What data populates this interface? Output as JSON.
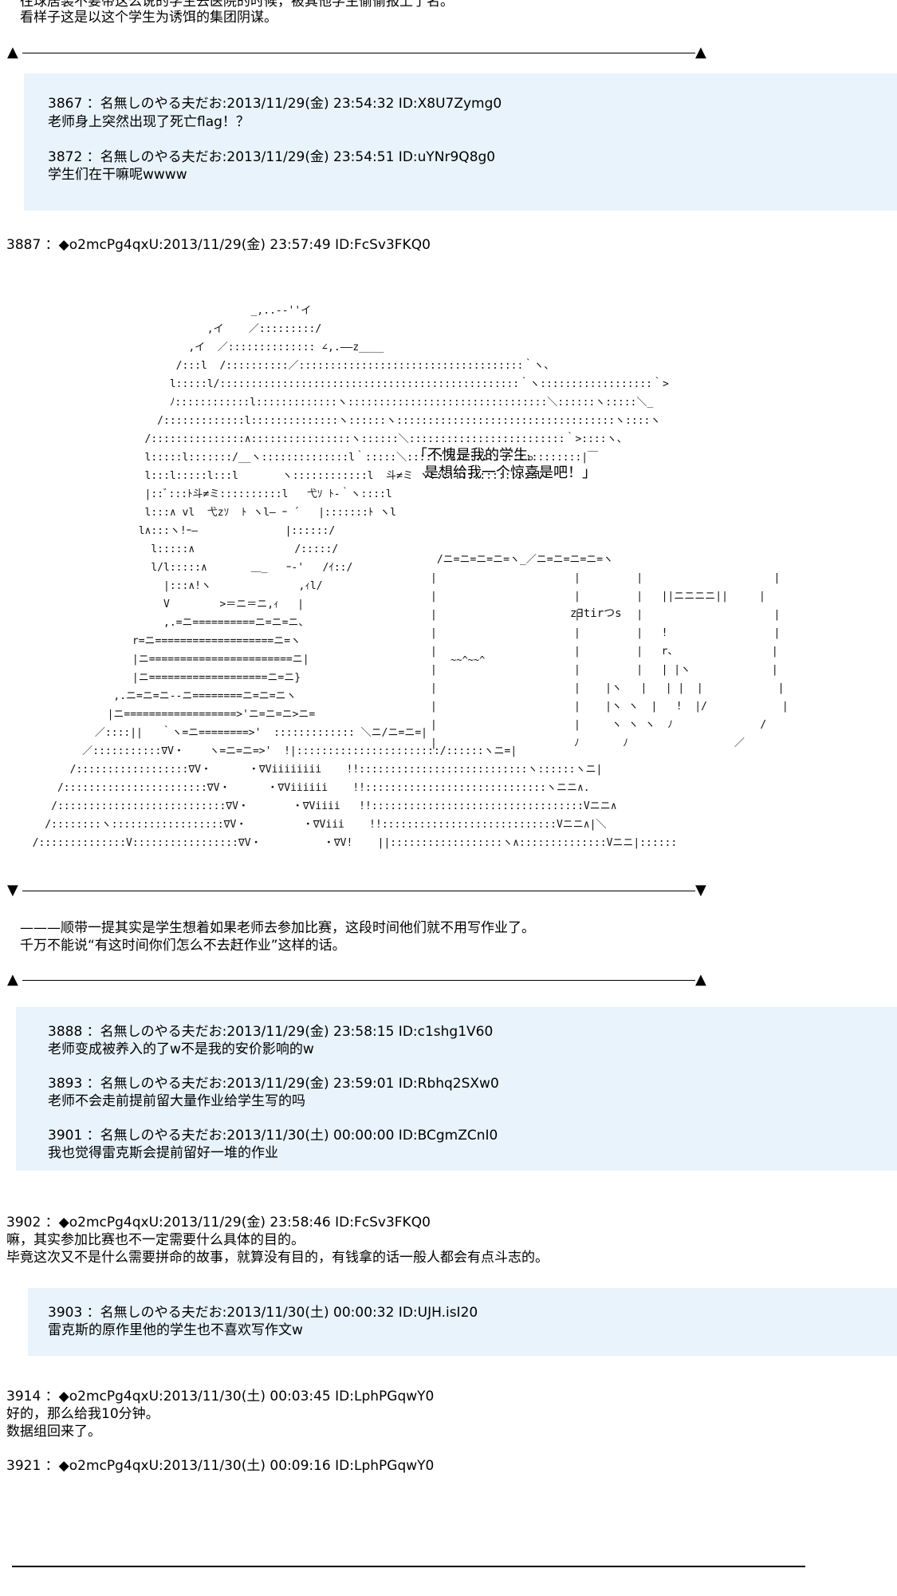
{
  "intro": {
    "line1": "往球居装不要带这么说的学生去医院的时候，被其他学生偷偷报上了名。",
    "line2": "看样子这是以这个学生为诱饵的集团阴谋。"
  },
  "divider": {
    "up": "▲",
    "down": "▼"
  },
  "quote1": {
    "posts": [
      {
        "header": "3867 ：名無しのやる夫だお:2013/11/29(金) 23:54:32 ID:X8U7Zymg0",
        "body": "老师身上突然出现了死亡flag！？"
      },
      {
        "header": "3872 ：名無しのやる夫だお:2013/11/29(金) 23:54:51 ID:uYNr9Q8g0",
        "body": "学生们在干嘛呢wwww"
      }
    ]
  },
  "post3887": {
    "header": "3887 ：◆o2mcPg4qxU:2013/11/29(金) 23:57:49 ID:FcSv3FKQ0"
  },
  "art": {
    "speech1": "「不愧是我的学生。",
    "speech2": "是想给我一个惊喜是吧！」",
    "box_label": "z∃tirつs",
    "box_text": "~~^~~^"
  },
  "narration": {
    "line1": "———顺带一提其实是学生想着如果老师去参加比赛，这段时间他们就不用写作业了。",
    "line2": "千万不能说“有这时间你们怎么不去赶作业”这样的话。"
  },
  "quote2": {
    "posts": [
      {
        "header": "3888 ：名無しのやる夫だお:2013/11/29(金) 23:58:15 ID:c1shg1V60",
        "body": "老师变成被养入的了w不是我的安价影响的w"
      },
      {
        "header": "3893 ：名無しのやる夫だお:2013/11/29(金) 23:59:01 ID:Rbhq2SXw0",
        "body": "老师不会走前提前留大量作业给学生写的吗"
      },
      {
        "header": "3901 ：名無しのやる夫だお:2013/11/30(土) 00:00:00 ID:BCgmZCnI0",
        "body": "我也觉得雷克斯会提前留好一堆的作业"
      }
    ]
  },
  "post3902": {
    "header": "3902 ：◆o2mcPg4qxU:2013/11/29(金) 23:58:46 ID:FcSv3FKQ0",
    "line1": "嘛，其实参加比赛也不一定需要什么具体的目的。",
    "line2": "毕竟这次又不是什么需要拼命的故事，就算没有目的，有钱拿的话一般人都会有点斗志的。"
  },
  "quote3": {
    "posts": [
      {
        "header": "3903 ：名無しのやる夫だお:2013/11/30(土) 00:00:32 ID:UJH.isI20",
        "body": "雷克斯的原作里他的学生也不喜欢写作文w"
      }
    ]
  },
  "post3914": {
    "header": "3914 ：◆o2mcPg4qxU:2013/11/30(土) 00:03:45 ID:LphPGqwY0",
    "line1": "好的，那么给我10分钟。",
    "line2": "数据组回来了。"
  },
  "post3921": {
    "header": "3921 ：◆o2mcPg4qxU:2013/11/30(土) 00:09:16 ID:LphPGqwY0"
  }
}
